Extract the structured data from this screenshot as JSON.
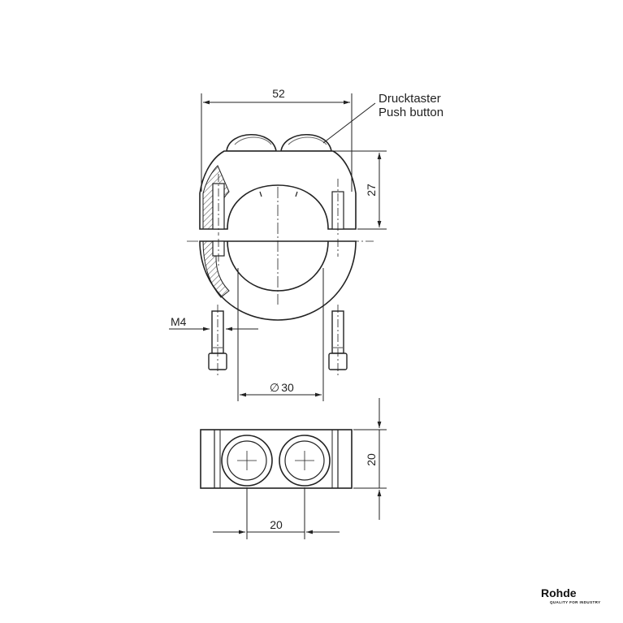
{
  "dimensions": {
    "width_label": "52",
    "height_label": "27",
    "thread_label": "M4",
    "bore_label": "30",
    "bore_symbol": "∅",
    "bottom_height_label": "20",
    "bottom_pitch_label": "20"
  },
  "callout": {
    "line1": "Drucktaster",
    "line2": "Push button"
  },
  "logo": {
    "name": "Rohde",
    "tagline": "QUALITY FOR INDUSTRY"
  }
}
